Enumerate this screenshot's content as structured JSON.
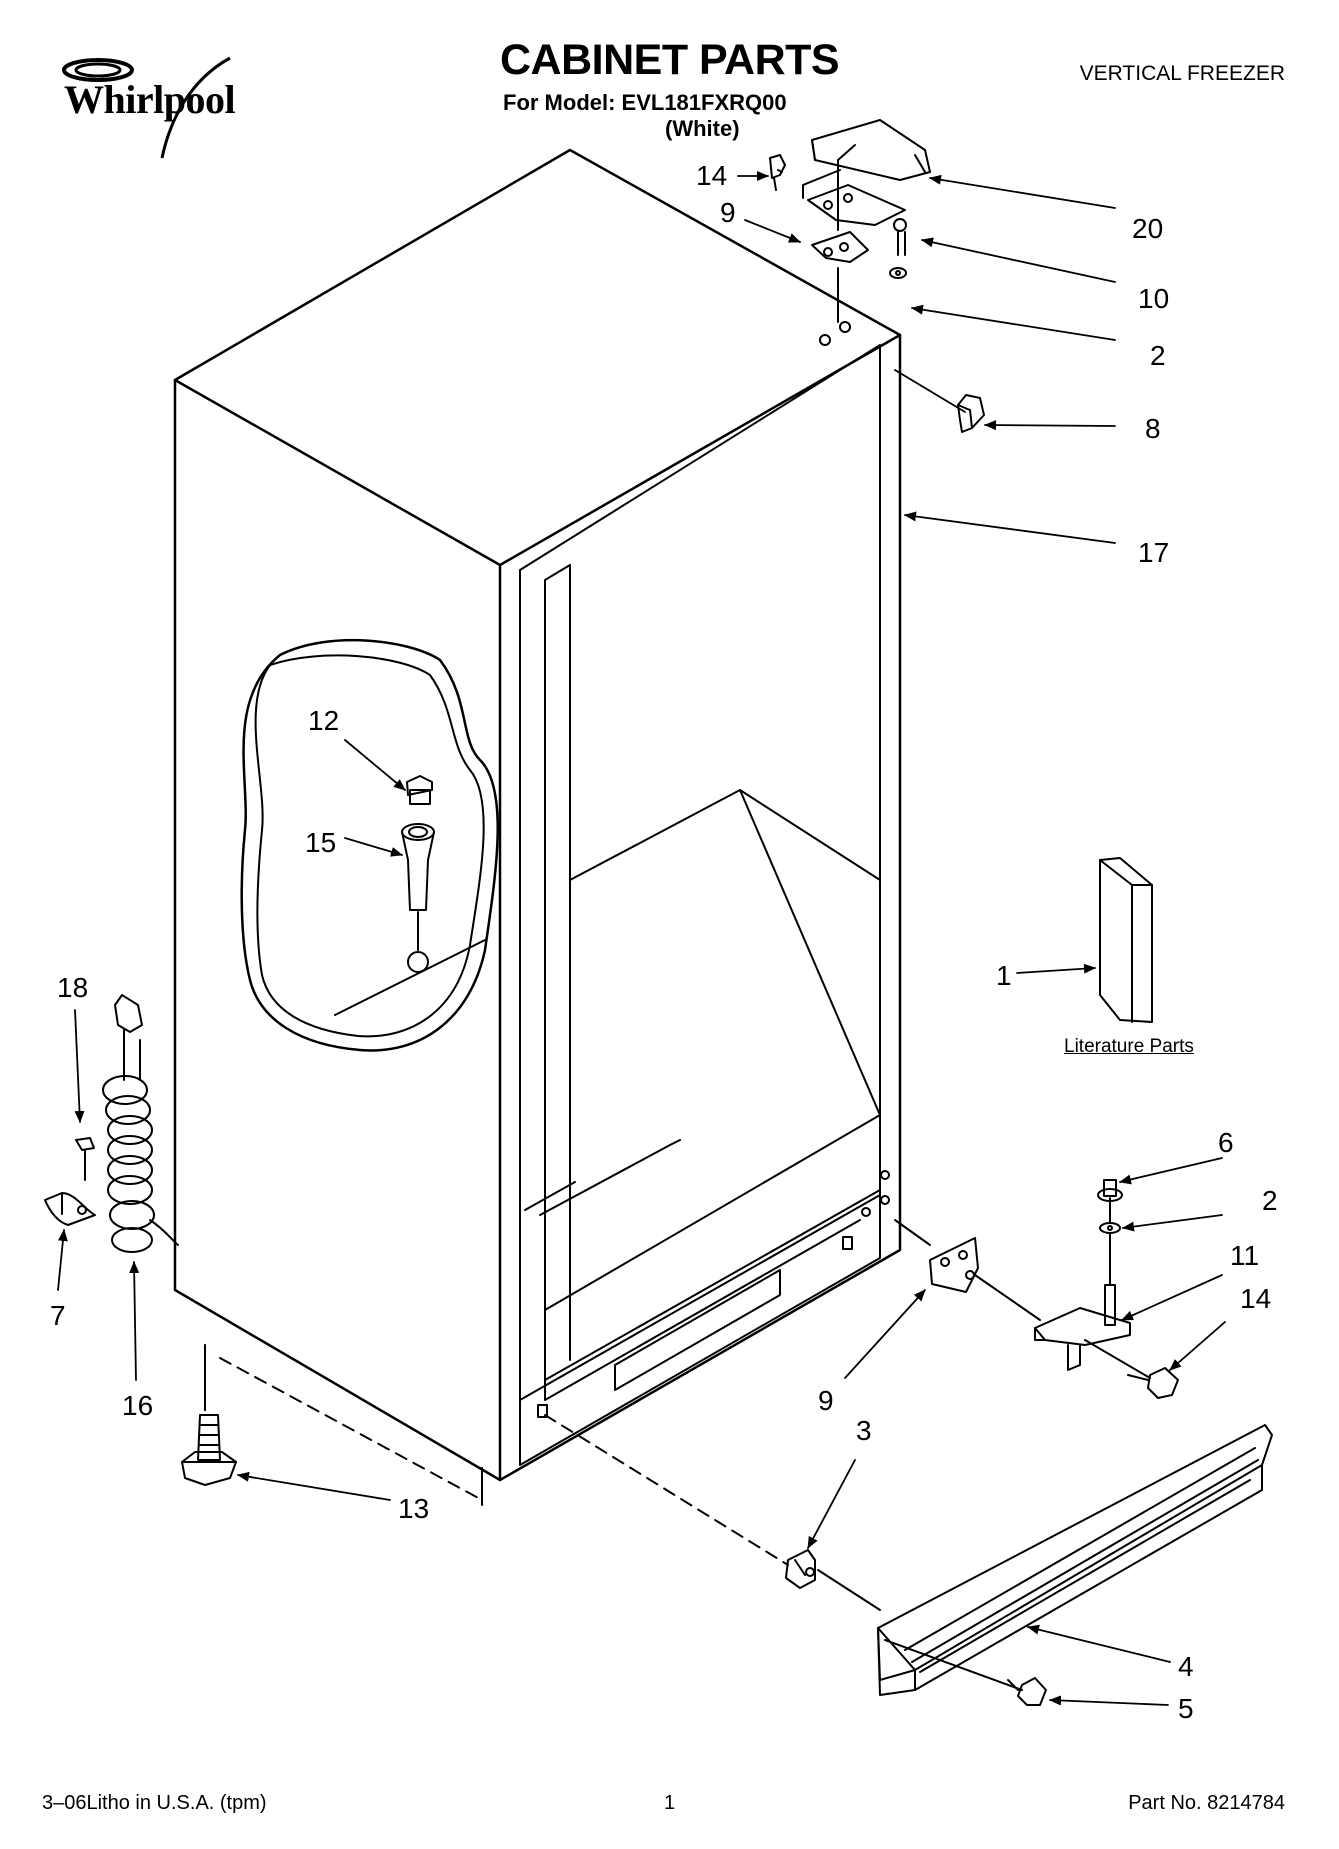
{
  "header": {
    "brand": "Whirlpool",
    "title": "CABINET PARTS",
    "model_line": "For Model: EVL181FXRQ00",
    "color_line": "(White)",
    "product_type": "VERTICAL FREEZER"
  },
  "footer": {
    "litho": "3–06Litho in U.S.A. (tpm)",
    "page": "1",
    "part_no": "Part No. 8214784"
  },
  "literature_label": "Literature Parts",
  "callouts": {
    "c14_top": "14",
    "c9_top": "9",
    "c20": "20",
    "c10": "10",
    "c2_top": "2",
    "c8": "8",
    "c17": "17",
    "c12": "12",
    "c15": "15",
    "c1": "1",
    "c18": "18",
    "c7": "7",
    "c16": "16",
    "c6": "6",
    "c2_bottom": "2",
    "c11": "11",
    "c14_bottom": "14",
    "c9_bottom": "9",
    "c3": "3",
    "c13": "13",
    "c4": "4",
    "c5": "5"
  },
  "colors": {
    "ink": "#000000",
    "paper": "#ffffff"
  }
}
